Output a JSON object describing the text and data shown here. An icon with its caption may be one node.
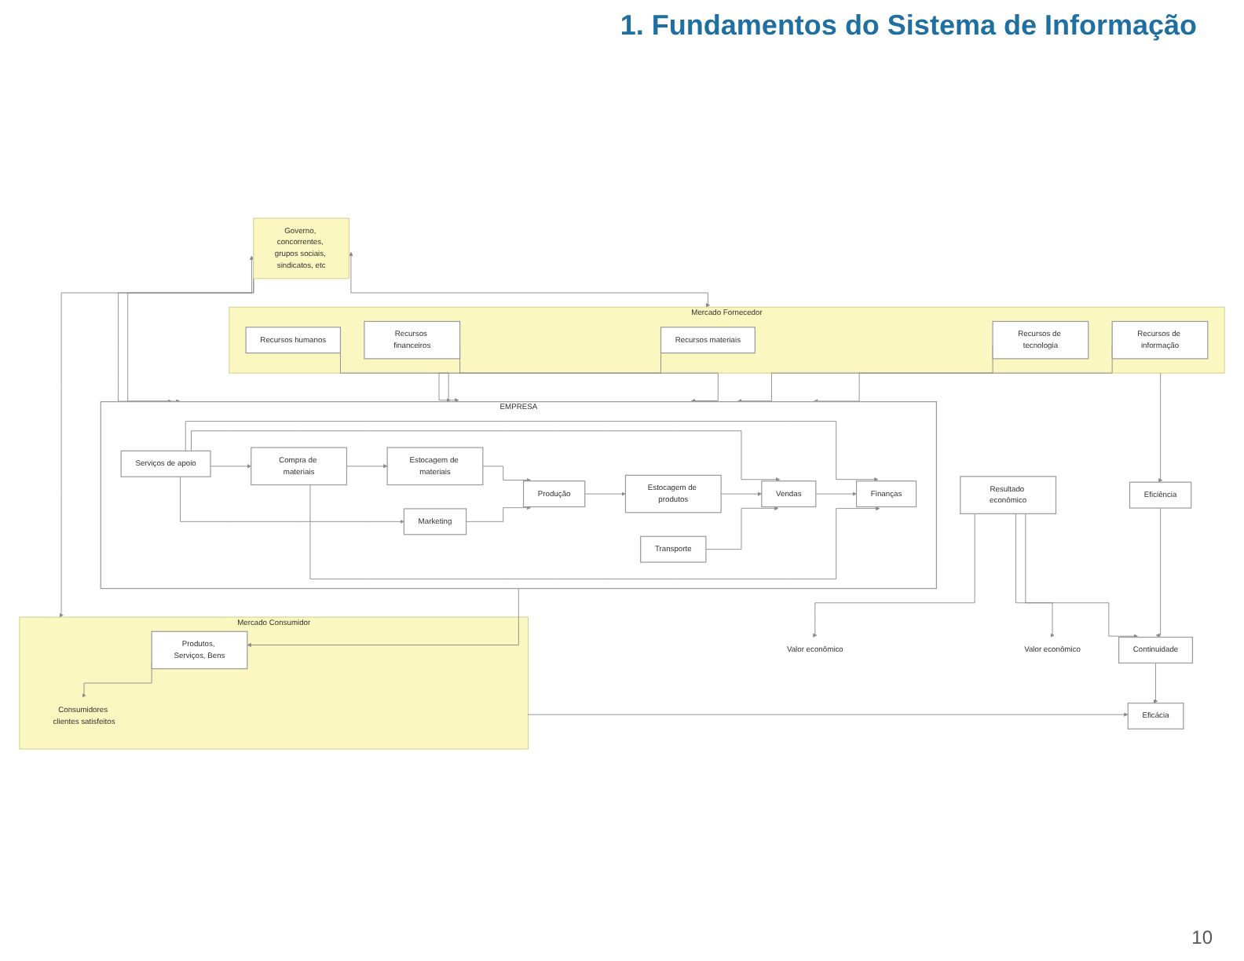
{
  "diagram": {
    "title": "1. Fundamentos do Sistema de Informação",
    "nodes": [
      {
        "text": [
          "Mercado Fornecedor"
        ]
      },
      {
        "text": [
          "Recursos materiais"
        ],
        "in": 0
      },
      {
        "text": [
          "Recursos humanos"
        ],
        "in": 0
      },
      {
        "text": [
          "Recursos financeiros"
        ],
        "in": 0
      },
      {
        "text": [
          "Recursos de tecnologia"
        ],
        "in": 0
      },
      {
        "text": [
          "Recursos de informação"
        ],
        "in": 0
      },
      {
        "text": [
          "Governo, concorrentes, grupos sociais, sindicatos, etc"
        ]
      },
      {
        "text": [
          "Mercado Consumidor"
        ]
      },
      {
        "text": [
          "EMPRESA"
        ]
      },
      {
        "text": [
          "Compra de materiais"
        ],
        "in": 8
      },
      {
        "text": [
          "Estocagem de materiais"
        ],
        "in": 8
      },
      {
        "text": [
          "Produção"
        ],
        "in": 8
      },
      {
        "text": [
          "Serviços de apoio"
        ],
        "in": 8
      },
      {
        "text": [
          "Marketing"
        ],
        "in": 8
      },
      {
        "text": [
          "Estocagem de produtos"
        ],
        "in": 8
      },
      {
        "text": [
          "Finanças"
        ],
        "in": 8
      },
      {
        "text": [
          "Transporte"
        ],
        "in": 8
      },
      {
        "text": [
          "Vendas"
        ],
        "in": 8
      },
      {
        "text": [
          "Produtos, Serviços, Bens"
        ],
        "in": 7
      },
      {
        "text": [
          "Consumidores clientes satisfeitos"
        ],
        "in": 7
      },
      {
        "text": [
          "Valor econômico"
        ]
      },
      {
        "text": [
          "Resultado econômico"
        ]
      },
      {
        "text": [
          "Valor econômico"
        ]
      },
      {
        "text": [
          "Eficiência"
        ]
      },
      {
        "text": [
          "Continuidade"
        ]
      },
      {
        "text": [
          "Eficácia"
        ]
      }
    ],
    "edges": [
      {
        "from": 6,
        "to": 0,
        "arrow": "both"
      },
      {
        "from": 6,
        "to": 7,
        "arrow": "both"
      },
      {
        "from": 6,
        "to": 8,
        "arrow": "to"
      },
      {
        "from": 6,
        "to": 8,
        "arrow": "to"
      },
      {
        "from": 1,
        "to": 8,
        "arrow": "to"
      },
      {
        "from": 2,
        "to": 8,
        "arrow": "to"
      },
      {
        "from": 3,
        "to": 8,
        "arrow": "to"
      },
      {
        "from": 4,
        "to": 8,
        "arrow": "to"
      },
      {
        "from": 5,
        "to": 8,
        "arrow": "to"
      },
      {
        "from": 9,
        "to": 10,
        "arrow": "to"
      },
      {
        "from": 10,
        "to": 11,
        "arrow": "to"
      },
      {
        "from": 12,
        "to": 9,
        "arrow": "to"
      },
      {
        "from": 12,
        "to": 13,
        "arrow": "to"
      },
      {
        "from": 13,
        "to": 11,
        "arrow": "to"
      },
      {
        "from": 11,
        "to": 14,
        "arrow": "to"
      },
      {
        "from": 12,
        "to": 15,
        "arrow": "to"
      },
      {
        "from": 12,
        "to": 17,
        "arrow": "to"
      },
      {
        "from": 14,
        "to": 17,
        "arrow": "to"
      },
      {
        "from": 16,
        "to": 17,
        "arrow": "to"
      },
      {
        "from": 17,
        "to": 15,
        "arrow": "to"
      },
      {
        "from": 9,
        "to": 15,
        "arrow": "to"
      },
      {
        "from": 8,
        "to": 18,
        "arrow": "to"
      },
      {
        "from": 18,
        "to": 19,
        "arrow": "to"
      },
      {
        "from": 21,
        "to": 20,
        "arrow": "to"
      },
      {
        "from": 21,
        "to": 22,
        "arrow": "to"
      },
      {
        "from": 0,
        "to": 23,
        "arrow": "to"
      },
      {
        "from": 21,
        "to": 24,
        "arrow": "to"
      },
      {
        "from": 7,
        "to": 25,
        "arrow": "to"
      },
      {
        "from": 23,
        "to": 24,
        "arrow": "to"
      },
      {
        "from": 24,
        "to": 25,
        "arrow": "to"
      }
    ],
    "labels": [
      "10"
    ]
  }
}
